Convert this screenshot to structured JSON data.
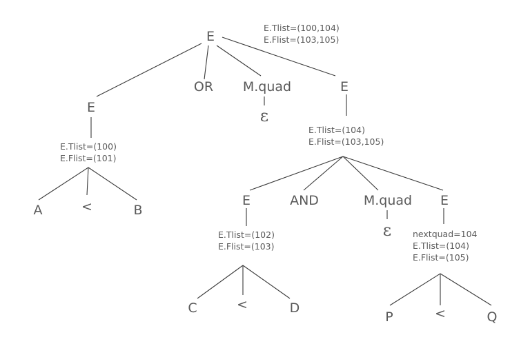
{
  "root": {
    "label": "E",
    "annotation": [
      "E.Tlist=(100,104)",
      "E.Flist=(103,105)"
    ]
  },
  "level1": {
    "left_e": "E",
    "or": "OR",
    "mquad": "M.quad",
    "mquad_epsilon": "ε",
    "right_e": "E"
  },
  "left_subtree": {
    "annotation": [
      "E.Tlist=(100)",
      "E.Flist=(101)"
    ],
    "leaves": [
      "A",
      "<",
      "B"
    ]
  },
  "right_subtree": {
    "annotation": [
      "E.Tlist=(104)",
      "E.Flist=(103,105)"
    ],
    "children": {
      "e1": "E",
      "and": "AND",
      "mquad": "M.quad",
      "mquad_epsilon": "ε",
      "e2": "E"
    },
    "e1_annotation": [
      "E.Tlist=(102)",
      "E.Flist=(103)"
    ],
    "e1_leaves": [
      "C",
      "<",
      "D"
    ],
    "e2_annotation": [
      "nextquad=104",
      "E.Tlist=(104)",
      "E.Flist=(105)"
    ],
    "e2_leaves": [
      "P",
      "<",
      "Q"
    ]
  }
}
